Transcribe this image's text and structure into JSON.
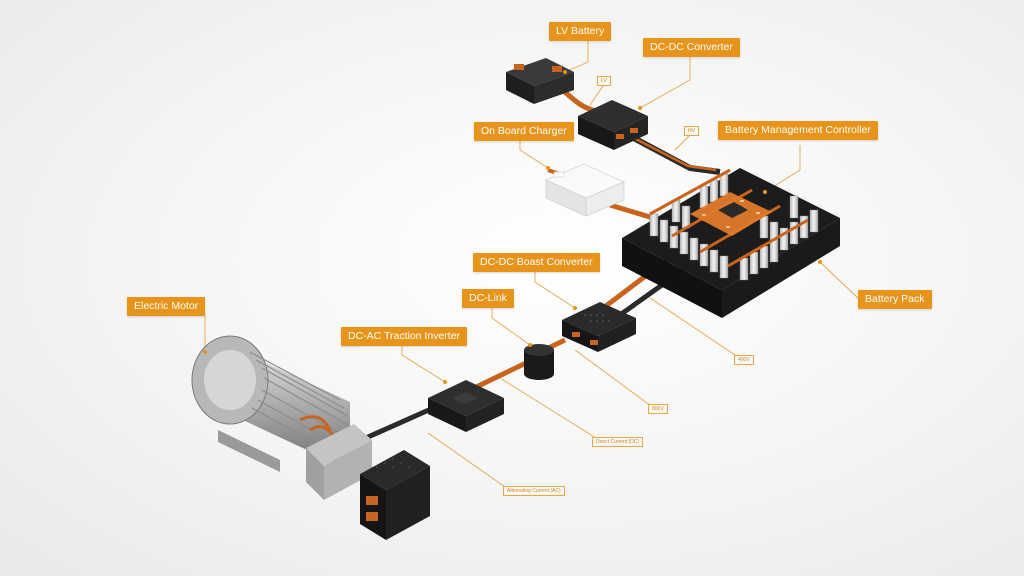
{
  "colors": {
    "accent": "#e8941a",
    "cable_orange": "#c8641e",
    "cable_dark": "#2a2a2a",
    "housing_dark": "#262626",
    "charger_white": "#f2f2f2",
    "leader_line": "#e8a54a"
  },
  "components": {
    "lv_battery": "LV Battery",
    "dcdc_converter": "DC-DC Converter",
    "on_board_charger": "On Board Charger",
    "battery_management_controller": "Battery Management Controller",
    "dcdc_boast_converter": "DC-DC Boast Converter",
    "dc_link": "DC-Link",
    "battery_pack": "Battery Pack",
    "electric_motor": "Electric Motor",
    "dcac_traction_inverter": "DC-AC Traction Inverter"
  },
  "wire_tags": {
    "lv": "LV",
    "hv": "HV",
    "v400": "400V",
    "v800": "800V",
    "direct_current": "Direct Current (DC)",
    "alternating_current": "Alternating Current (AC)"
  }
}
